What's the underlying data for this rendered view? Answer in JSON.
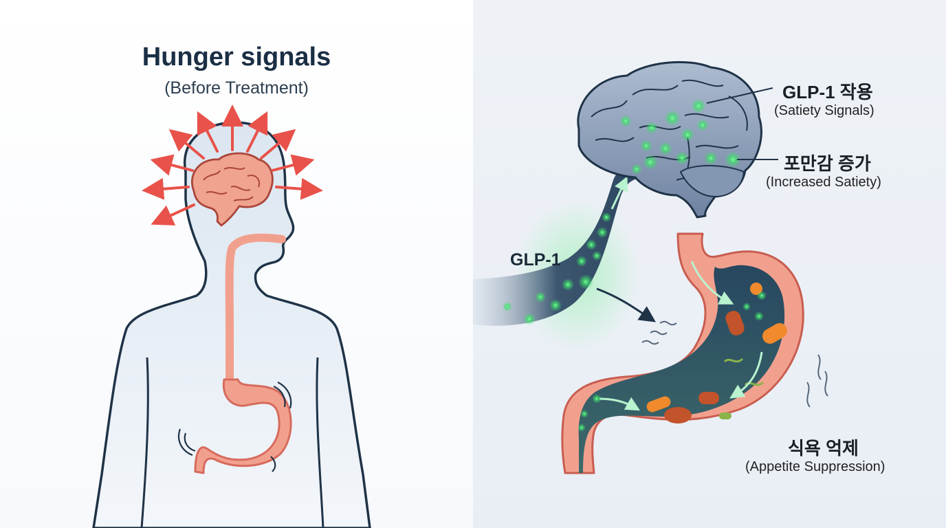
{
  "left_panel": {
    "title": "Hunger signals",
    "subtitle": "(Before Treatment)"
  },
  "right_panel": {
    "glp1_label": "GLP-1",
    "brain_label": {
      "main": "GLP-1 작용",
      "sub": "(Satiety Signals)"
    },
    "satiety_label": {
      "main": "포만감 증가",
      "sub": "(Increased Satiety)"
    },
    "stomach_label": {
      "main": "식욕 억제",
      "sub": "(Appetite Suppression)"
    }
  },
  "colors": {
    "signal_arrow": "#e8524a",
    "glp1_glow": "#3ee06a",
    "brain_right": "#7d90ab",
    "brain_left": "#f0a38f",
    "stomach_wall": "#e9887a",
    "body_outline": "#1f3347"
  }
}
